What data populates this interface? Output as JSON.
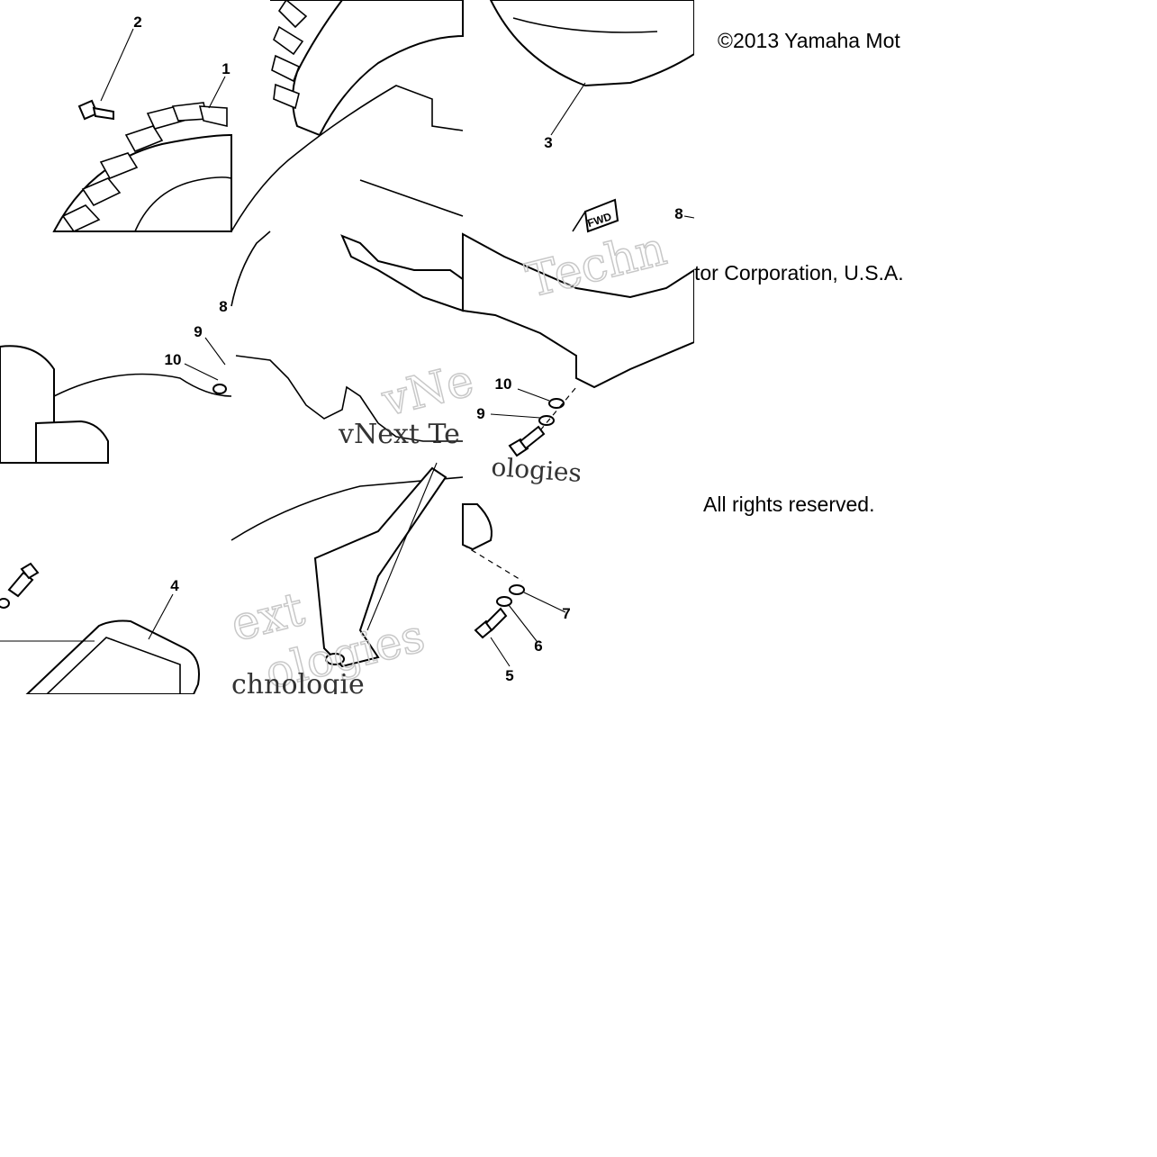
{
  "copyright": {
    "line1": "©2013 Yamaha Mot",
    "line2": "tor Corporation, U.S.A.",
    "line3": "All rights reserved."
  },
  "callouts": {
    "c1": "1",
    "c2": "2",
    "c3": "3",
    "c4": "4",
    "c5": "5",
    "c6": "6",
    "c7": "7",
    "c8a": "8",
    "c8b": "8",
    "c9a": "9",
    "c9b": "9",
    "c10a": "10",
    "c10b": "10",
    "fwd": "FWD"
  },
  "watermarks": {
    "w1": "Techn",
    "w2": "vNe",
    "w3": "vNext Te",
    "w4": "ologies",
    "w5": "ext",
    "w6": "ologies",
    "w7": "chnologie"
  }
}
